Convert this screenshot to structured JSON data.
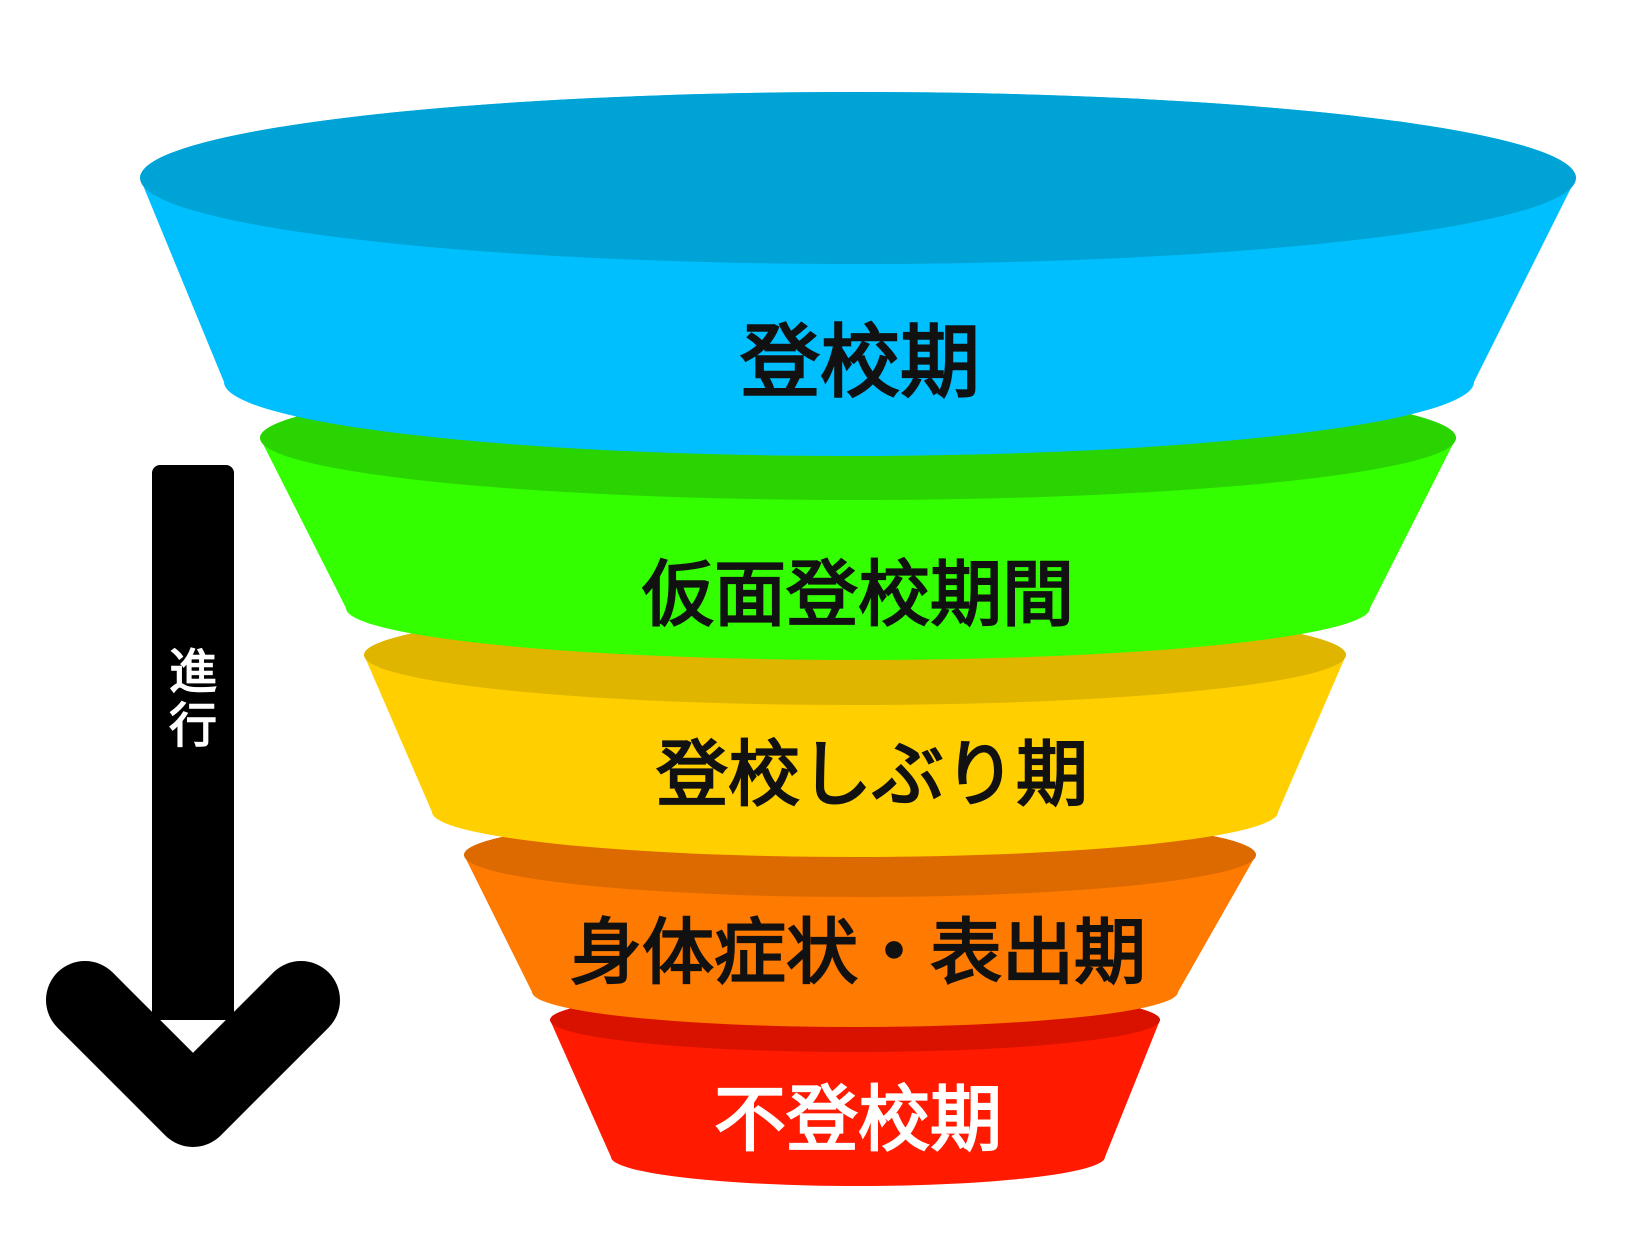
{
  "arrow": {
    "label": "進行",
    "color": "#000000",
    "text_color": "#ffffff",
    "icon": "down-arrow-icon"
  },
  "stages": [
    {
      "label": "登校期",
      "color": "#00bfff",
      "top_color": "#00a3d6",
      "text_color": "#111111"
    },
    {
      "label": "仮面登校期間",
      "color": "#33ff00",
      "top_color": "#2ad400",
      "text_color": "#111111"
    },
    {
      "label": "登校しぶり期",
      "color": "#ffcf00",
      "top_color": "#dfb500",
      "text_color": "#111111"
    },
    {
      "label": "身体症状・表出期",
      "color": "#ff7a00",
      "top_color": "#dd6a00",
      "text_color": "#111111"
    },
    {
      "label": "不登校期",
      "color": "#ff1a00",
      "top_color": "#d91200",
      "text_color": "#ffffff"
    }
  ]
}
